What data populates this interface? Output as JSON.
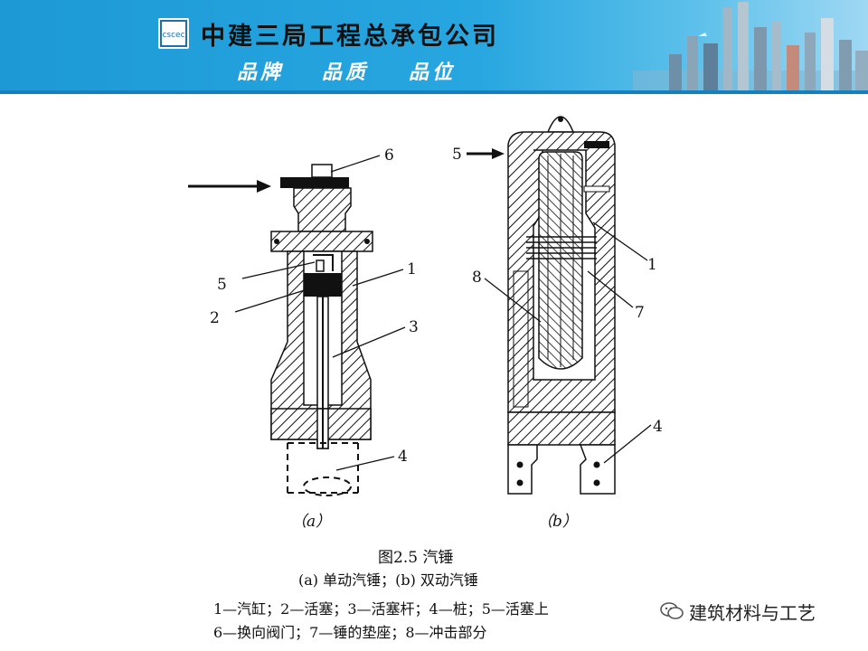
{
  "header": {
    "logo_text": "cscec",
    "company": "中建三局工程总承包公司",
    "motto": [
      "品牌",
      "品质",
      "品位"
    ]
  },
  "figure": {
    "panel_a": {
      "label": "（a）",
      "callouts": [
        "1",
        "2",
        "3",
        "4",
        "5",
        "6"
      ]
    },
    "panel_b": {
      "label": "（b）",
      "callouts": [
        "1",
        "4",
        "5",
        "7",
        "8"
      ]
    }
  },
  "caption": {
    "title": "图2.5 汽锤",
    "subtitle": "(a) 单动汽锤；(b) 双动汽锤",
    "line1": "1—汽缸；2—活塞；3—活塞杆；4—桩；5—活塞上",
    "line2": "6—换向阀门；7—锤的垫座；8—冲击部分"
  },
  "watermark": {
    "text": "建筑材料与工艺",
    "icon": "wechat-icon"
  }
}
